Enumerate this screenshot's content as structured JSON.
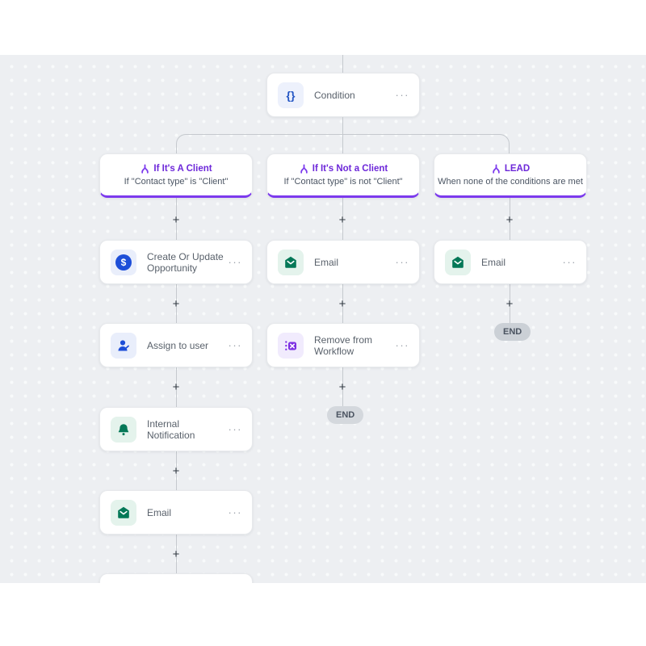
{
  "ui": {
    "menu": "···",
    "plus": "+"
  },
  "colors": {
    "canvas_bg": "#edeff2",
    "dot": "#f8fafb",
    "line": "#c5c9ce",
    "purple": "#7c3aed",
    "purple_text": "#6d28d9",
    "blue": "#1d4ed8",
    "green": "#047857",
    "end_pill": "#d4d8dd"
  },
  "icons": {
    "condition_glyph": "{}",
    "dollar_glyph": "$",
    "branch": "wishbone-split-icon",
    "email": "open-envelope-icon",
    "bell": "bell-icon",
    "user": "person-icon",
    "remove": "list-x-icon"
  },
  "condition": {
    "label": "Condition"
  },
  "branches": [
    {
      "title": "If It's A Client",
      "subtitle": "If \"Contact type\" is \"Client\"",
      "nodes": [
        {
          "label": "Create Or Update Opportunity"
        },
        {
          "label": "Assign to user"
        },
        {
          "label": "Internal Notification"
        },
        {
          "label": "Email"
        }
      ]
    },
    {
      "title": "If It's Not a Client",
      "subtitle": "If \"Contact type\" is not \"Client\"",
      "nodes": [
        {
          "label": "Email"
        },
        {
          "label": "Remove from Workflow"
        }
      ],
      "end_label": "END"
    },
    {
      "title": "LEAD",
      "subtitle": "When none of the conditions are met",
      "nodes": [
        {
          "label": "Email"
        }
      ],
      "end_label": "END"
    }
  ]
}
